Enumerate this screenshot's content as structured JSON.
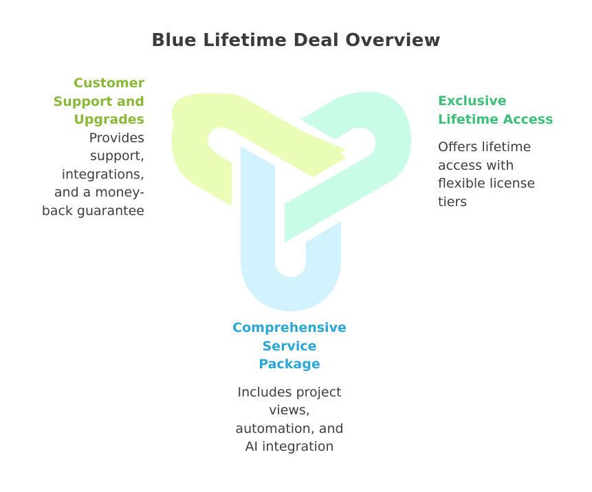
{
  "title": "Blue Lifetime Deal Overview",
  "colors": {
    "customer_support": "#8ab93a",
    "lifetime_access": "#3dbf78",
    "service_package": "#2ba7d6",
    "loop_yellow": "#e9fdb7",
    "loop_green": "#c9fce6",
    "loop_blue": "#d2f3fd",
    "text": "#3d3d3d"
  },
  "sections": {
    "customer_support": {
      "heading_lines": [
        "Customer",
        "Support and",
        "Upgrades"
      ],
      "description_lines": [
        "Provides",
        "support,",
        "integrations,",
        "and a money-",
        "back guarantee"
      ]
    },
    "lifetime_access": {
      "heading_lines": [
        "Exclusive",
        "Lifetime Access"
      ],
      "description_lines": [
        "Offers lifetime",
        "access with",
        "flexible license",
        "tiers"
      ]
    },
    "service_package": {
      "heading_lines": [
        "Comprehensive",
        "Service",
        "Package"
      ],
      "description_lines": [
        "Includes project",
        "views,",
        "automation, and",
        "AI integration"
      ]
    }
  }
}
